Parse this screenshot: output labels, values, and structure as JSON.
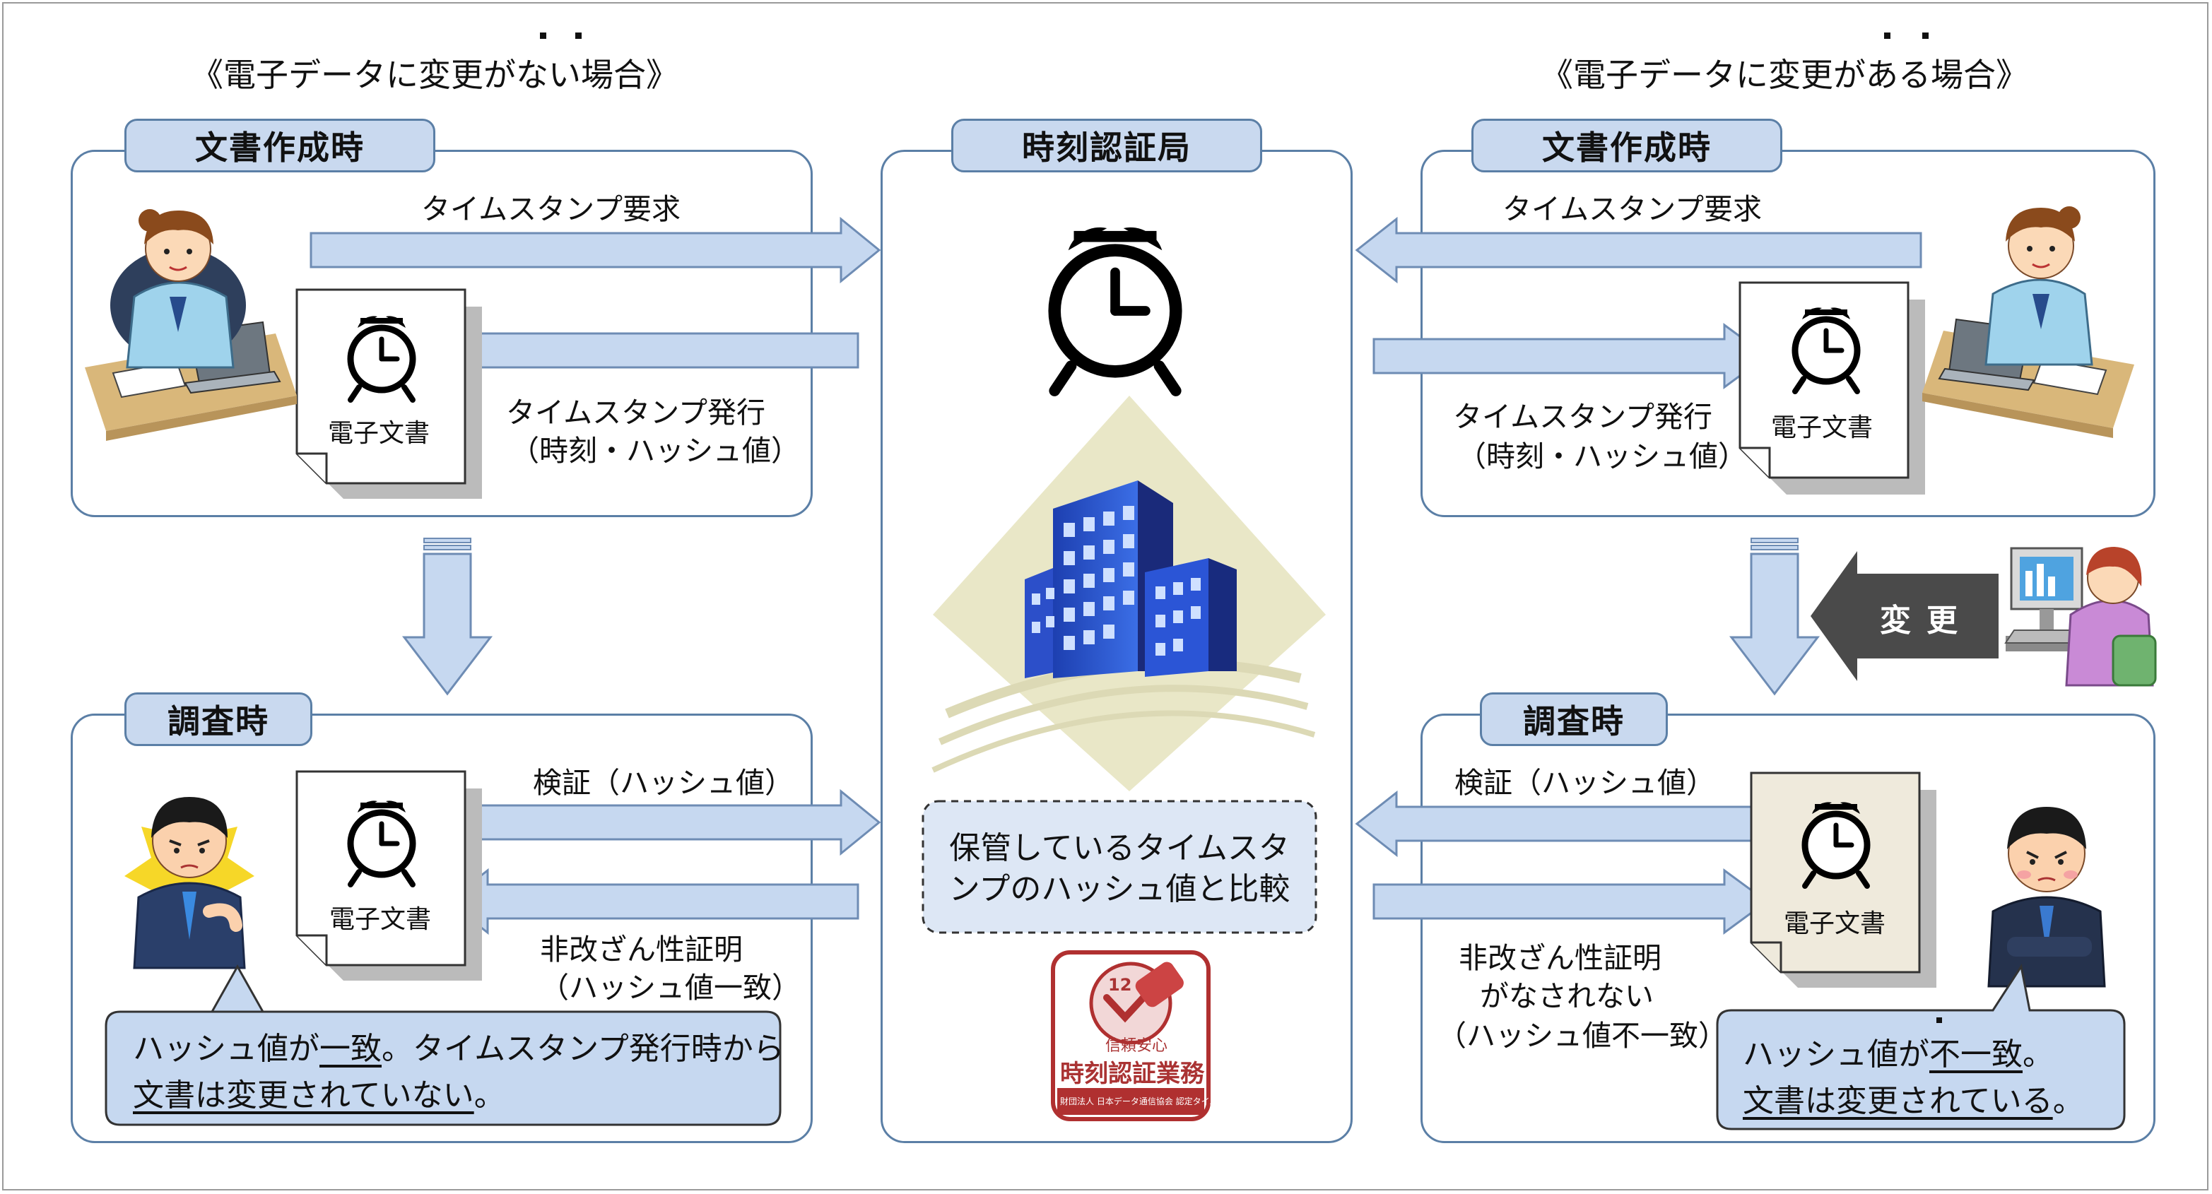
{
  "headings": {
    "left": "《電子データに変更がない場合》",
    "right": "《電子データに変更がある場合》"
  },
  "left_creation": {
    "tab": "文書作成時",
    "request": "タイムスタンプ要求",
    "issue": "タイムスタンプ発行",
    "issue_sub": "（時刻・ハッシュ値）",
    "doc": "電子文書"
  },
  "left_inspection": {
    "tab": "調査時",
    "verify": "検証（ハッシュ値）",
    "result": "非改ざん性証明",
    "result_sub": "（ハッシュ値一致）",
    "doc": "電子文書",
    "callout_1a": "ハッシュ値が",
    "callout_1b": "一致",
    "callout_1c": "。タイムスタンプ発行時から",
    "callout_2": "文書は変更されていない",
    "callout_2end": "。"
  },
  "center": {
    "tab": "時刻認証局",
    "note": "保管しているタイムスタンプのハッシュ値と比較",
    "seal_top": "信頼安心",
    "seal_main": "時刻認証業務",
    "seal_small": "財団法人 日本データ通信協会 認定タイムビジネス",
    "seal_number": "12"
  },
  "right_creation": {
    "tab": "文書作成時",
    "request": "タイムスタンプ要求",
    "issue": "タイムスタンプ発行",
    "issue_sub": "（時刻・ハッシュ値）",
    "doc": "電子文書"
  },
  "change_label": "変更",
  "right_inspection": {
    "tab": "調査時",
    "verify": "検証（ハッシュ値）",
    "result_1": "非改ざん性証明",
    "result_2": "がなされない",
    "result_sub": "（ハッシュ値不一致）",
    "doc": "電子文書",
    "callout_1a": "ハッシュ値が",
    "callout_1b": "不一致",
    "callout_1c": "。",
    "callout_2": "文書は変更されている",
    "callout_2end": "。"
  },
  "colors": {
    "panel_border": "#5b7fa6",
    "tab_fill": "#c9d9ef",
    "arrow_fill": "#c6d8f0",
    "arrow_stroke": "#6e8cb4",
    "change_arrow": "#4a4a4a"
  },
  "icons": [
    "alarm-clock-icon",
    "building-icon",
    "office-worker-icon",
    "inspector-icon",
    "computer-user-icon",
    "certification-seal-icon"
  ]
}
